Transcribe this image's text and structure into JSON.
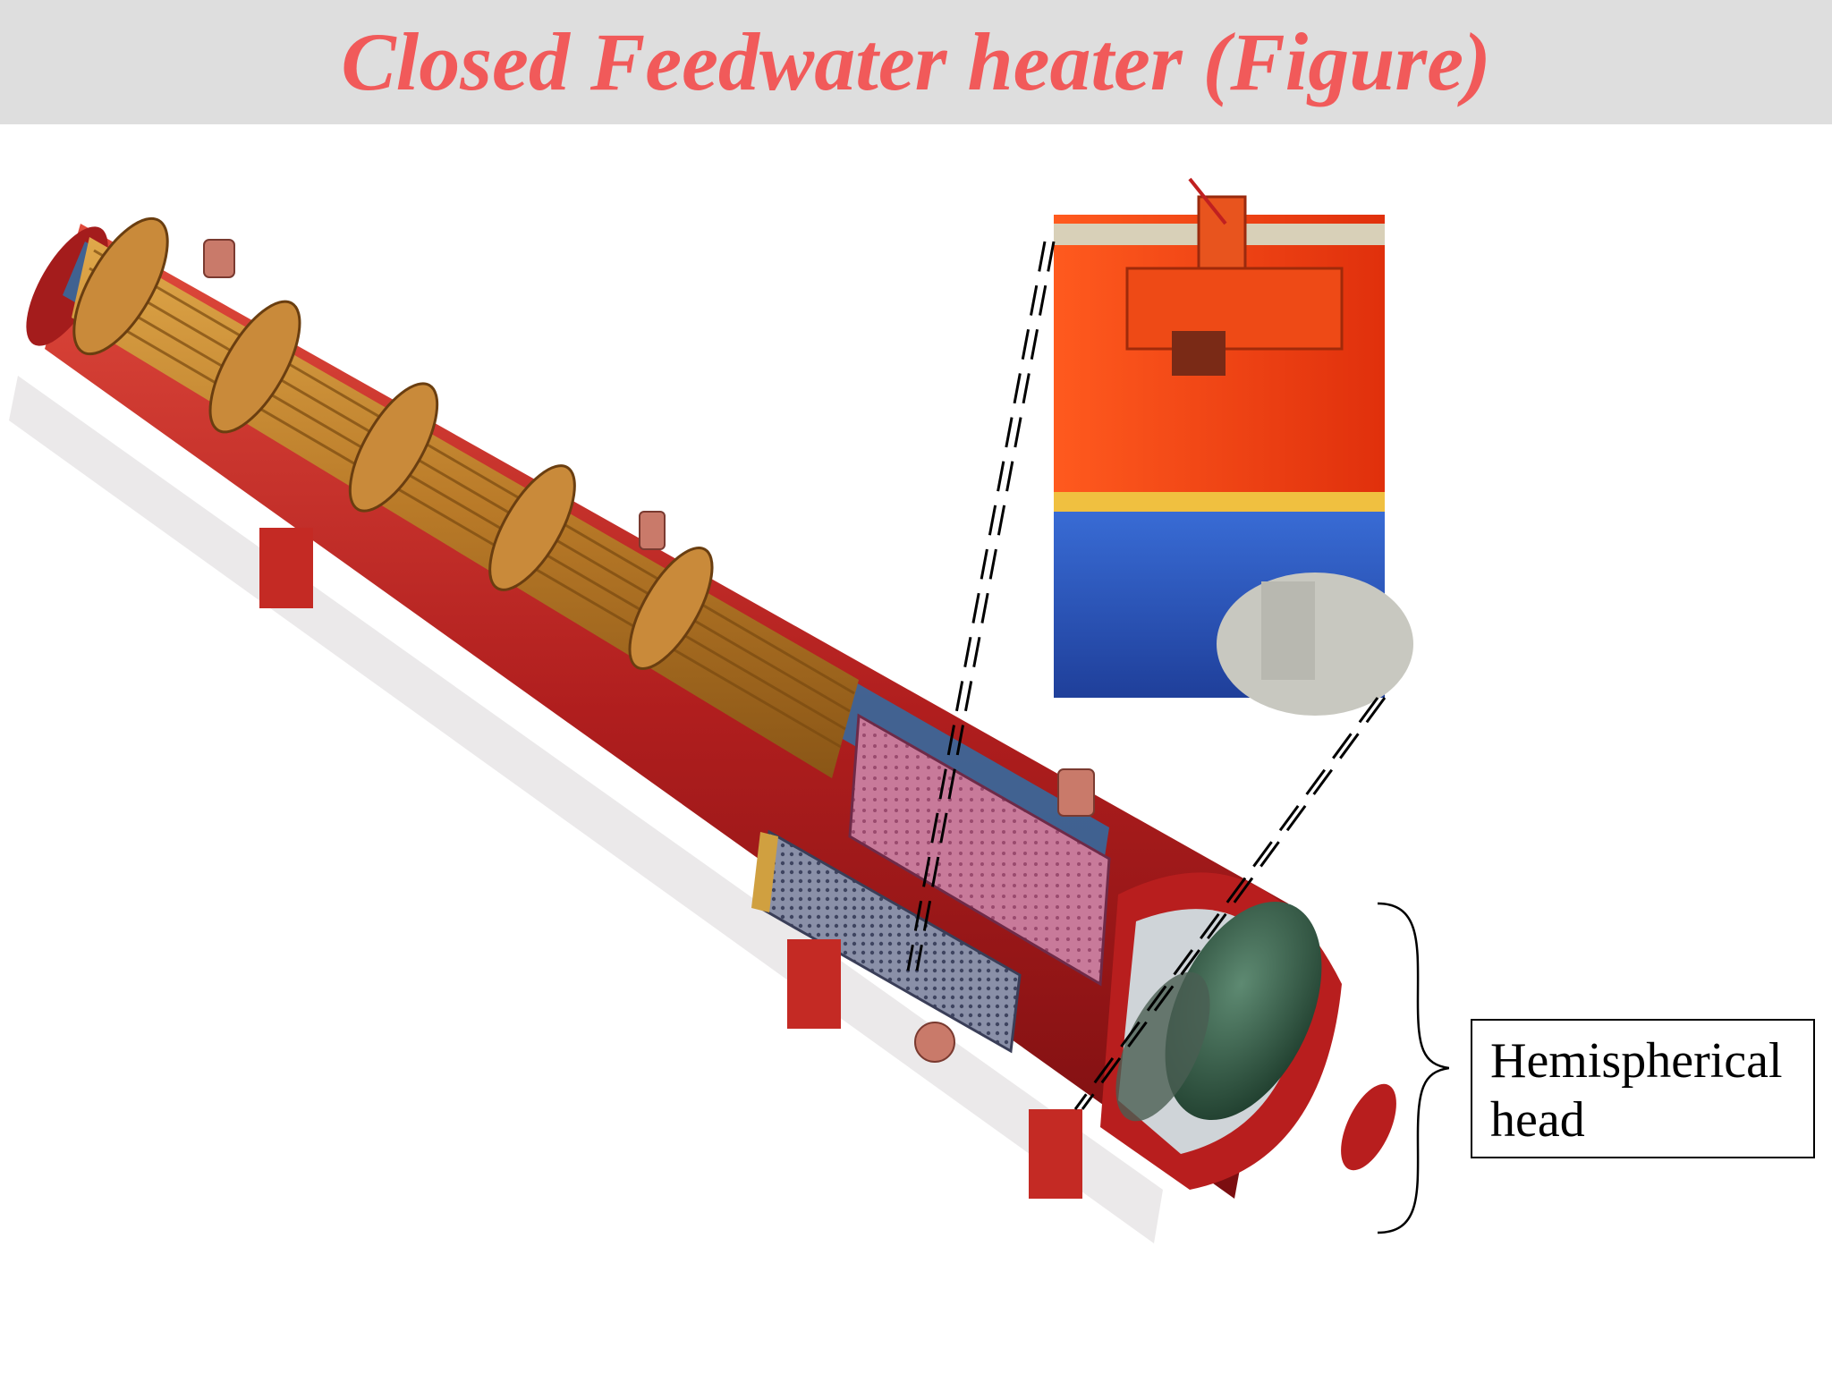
{
  "slide": {
    "title": "Closed Feedwater heater (Figure)",
    "title_color": "#f15a5a",
    "title_bar_color": "#dedede"
  },
  "figure": {
    "subject": "cutaway-illustration",
    "inset": "zoomed-detail-view",
    "callout": {
      "line1": "Hemispherical",
      "line2": "head"
    }
  }
}
